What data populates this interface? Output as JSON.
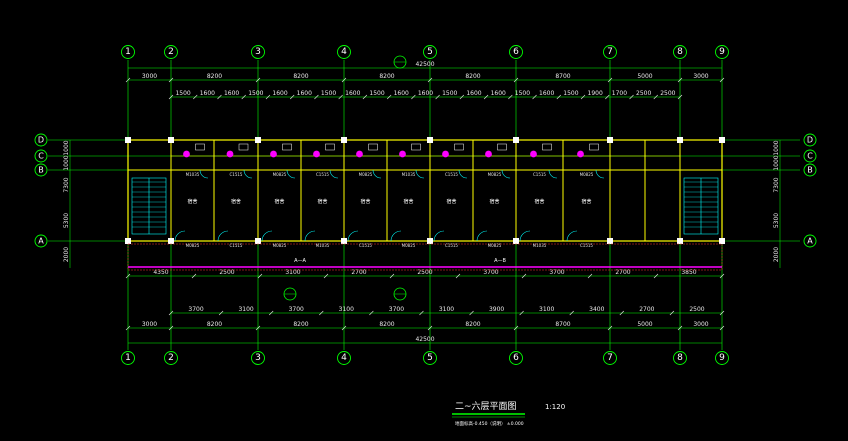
{
  "title": "二~六层平面图",
  "scale": "1:120",
  "note": "地面标高-0.450（说明） ±0.000",
  "axes_h": [
    "1",
    "2",
    "3",
    "4",
    "5",
    "6",
    "7",
    "8",
    "9"
  ],
  "axes_v": [
    "D",
    "C",
    "B",
    "A"
  ],
  "top_row1": [
    "3000",
    "8200",
    "8200",
    "8200",
    "8200",
    "8700",
    "5000",
    "3000"
  ],
  "top_total": "42500",
  "top_row2": [
    "1500",
    "1600",
    "1600",
    "1500",
    "1600",
    "1600",
    "1500",
    "1600",
    "1500",
    "1600",
    "1600",
    "1500",
    "1600",
    "1600",
    "1500",
    "1600",
    "1500",
    "1900",
    "1700",
    "2500",
    "2500"
  ],
  "bottom_row1": [
    "4350",
    "2500",
    "3100",
    "2700",
    "2500",
    "3700",
    "3700",
    "2700",
    "3850"
  ],
  "bottom_row2": [
    "3700",
    "3100",
    "3700",
    "3100",
    "3700",
    "3100",
    "3900",
    "3100",
    "3400",
    "2700",
    "2500"
  ],
  "bottom_row3": [
    "3000",
    "8200",
    "8200",
    "8200",
    "8200",
    "8700",
    "5000",
    "3000"
  ],
  "bottom_total": "42500",
  "left_dims": [
    "1000",
    "1000",
    "7300",
    "5300",
    "2000"
  ],
  "right_dims": [
    "1000",
    "1000",
    "7300",
    "5300",
    "2000"
  ],
  "room_label": "宿舍",
  "room_tags": [
    "M1035",
    "C1515",
    "M0825",
    "C1515",
    "M0825"
  ],
  "section_labels": [
    "A—A",
    "A—B"
  ],
  "colors": {
    "axis": "#00ff00",
    "wall": "#ffff00",
    "dim": "#e8e8e8",
    "door": "#00ffff",
    "fixture": "#ff00ff",
    "balcony": "#ff3333"
  }
}
